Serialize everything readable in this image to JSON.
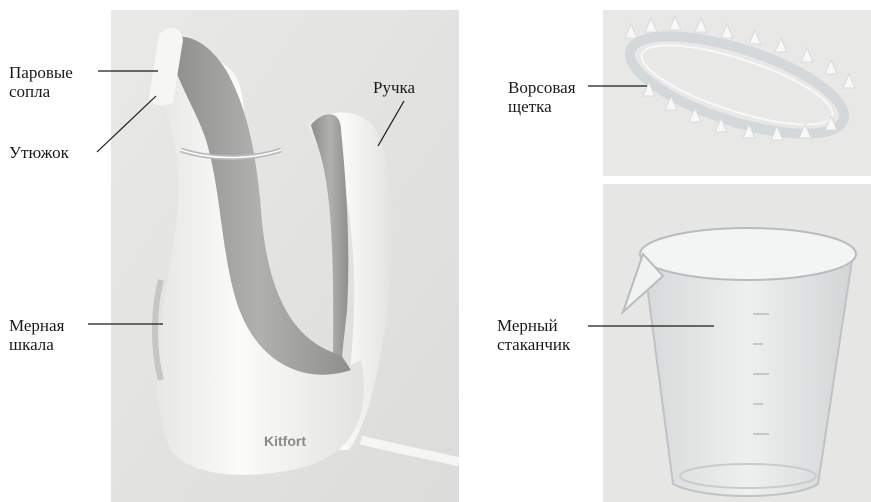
{
  "labels": {
    "nozzles": "Паровые\nсопла",
    "iron": "Утюжок",
    "scale": "Мерная\nшкала",
    "handle": "Ручка",
    "brush": "Ворсовая\nщетка",
    "cup": "Мерный\nстаканчик"
  },
  "brand_logo": "Kitfort",
  "colors": {
    "steamer_white": "#f4f4f2",
    "steamer_grey": "#9a9a98",
    "backdrop": "#e6e6e4"
  }
}
